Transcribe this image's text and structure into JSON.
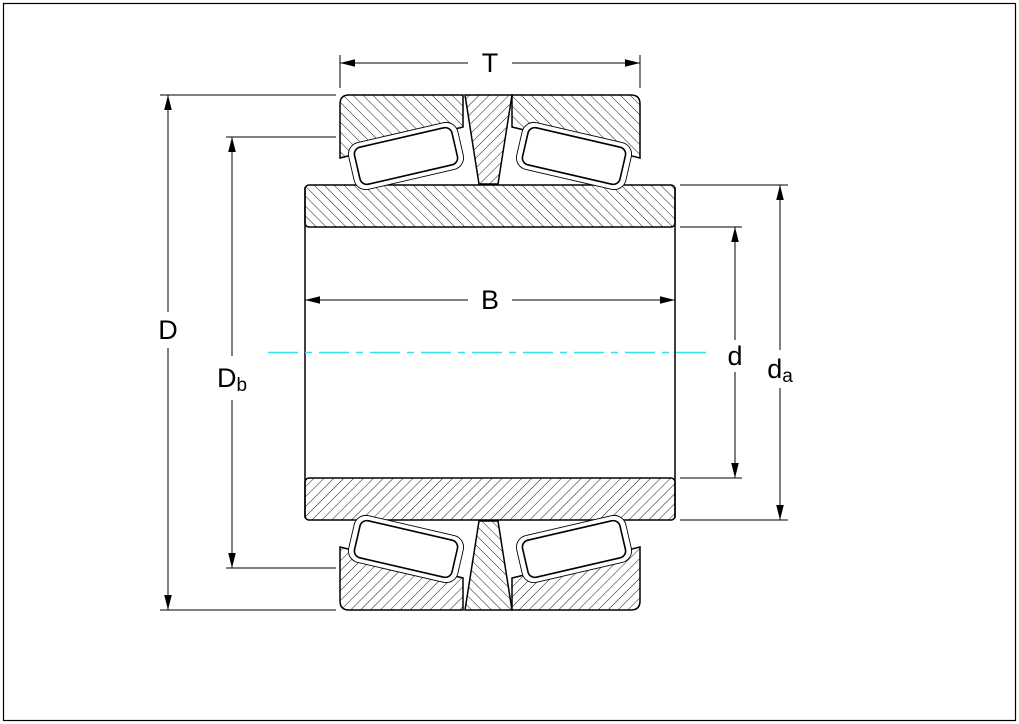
{
  "diagram": {
    "labels": {
      "T": "T",
      "B": "B",
      "D": "D",
      "Db_main": "D",
      "Db_sub": "b",
      "d": "d",
      "da_main": "d",
      "da_sub": "a"
    },
    "colors": {
      "line": "#000000",
      "centerline": "#35dfe6",
      "background": "#ffffff"
    }
  }
}
